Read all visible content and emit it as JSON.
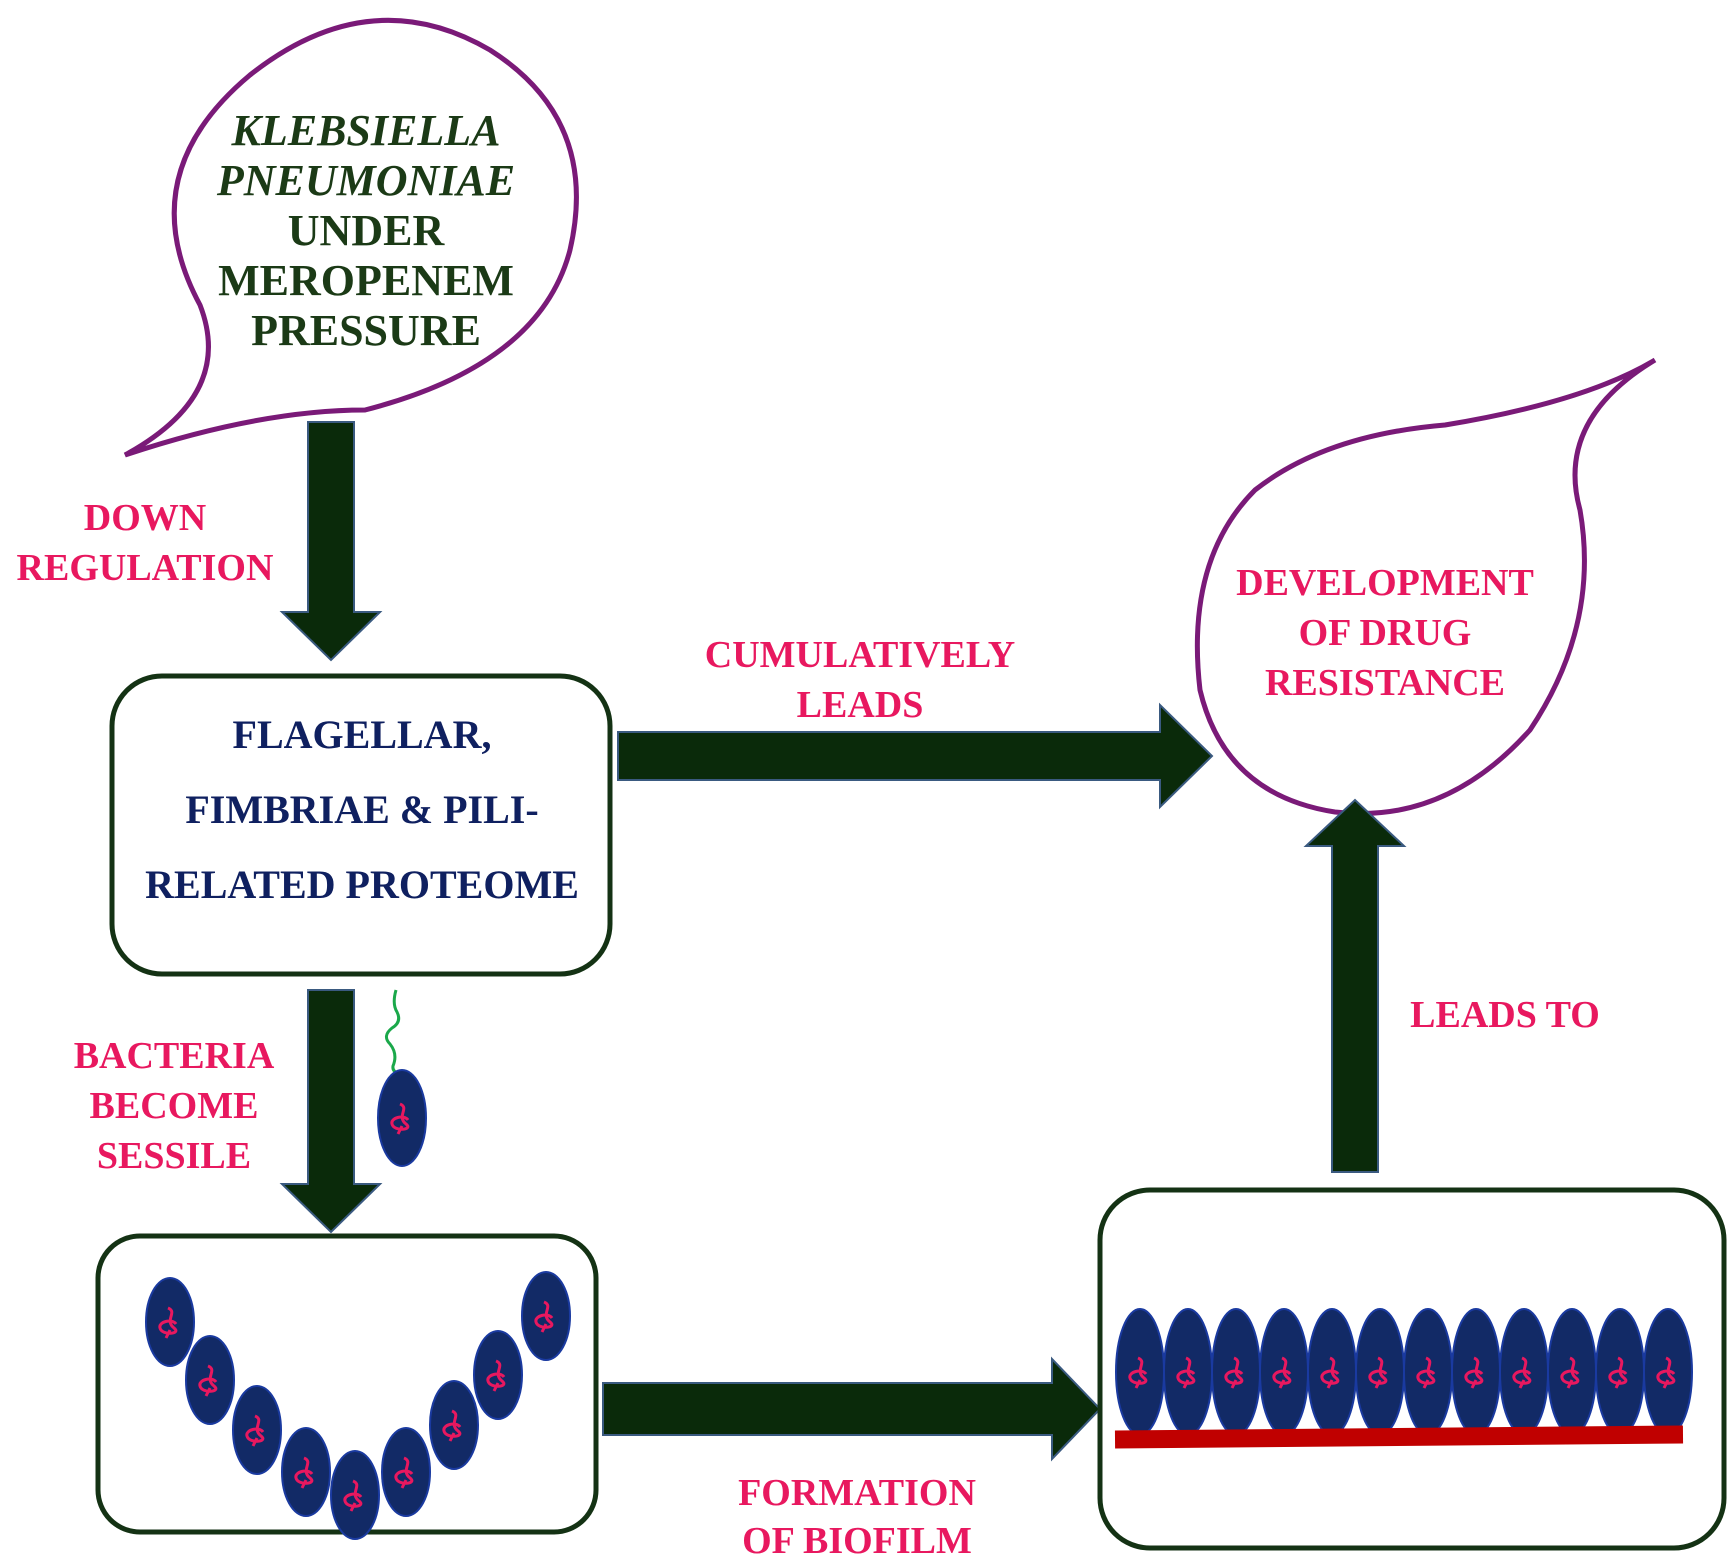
{
  "source_bubble": {
    "line1": "KLEBSIELLA",
    "line2": "PNEUMONIAE",
    "line3": "UNDER",
    "line4": "MEROPENEM",
    "line5": "PRESSURE"
  },
  "labels": {
    "down_regulation_1": "DOWN",
    "down_regulation_2": "REGULATION",
    "cumulatively_1": "CUMULATIVELY",
    "cumulatively_2": "LEADS",
    "sessile_1": "BACTERIA",
    "sessile_2": "BECOME",
    "sessile_3": "SESSILE",
    "leads_to": "LEADS TO",
    "biofilm_1": "FORMATION",
    "biofilm_2": "OF BIOFILM"
  },
  "proteome_box": {
    "line1": "FLAGELLAR,",
    "line2": "FIMBRIAE & PILI-",
    "line3": "RELATED PROTEOME"
  },
  "result_bubble": {
    "line1": "DEVELOPMENT",
    "line2": "OF DRUG",
    "line3": "RESISTANCE"
  },
  "colors": {
    "arrow": "#0a2a0a",
    "bubble_outline": "#7a1a78",
    "box_outline": "#143214",
    "bacterium": "#122a66",
    "bacterium_mark": "#e8185f",
    "surface": "#c00000"
  }
}
